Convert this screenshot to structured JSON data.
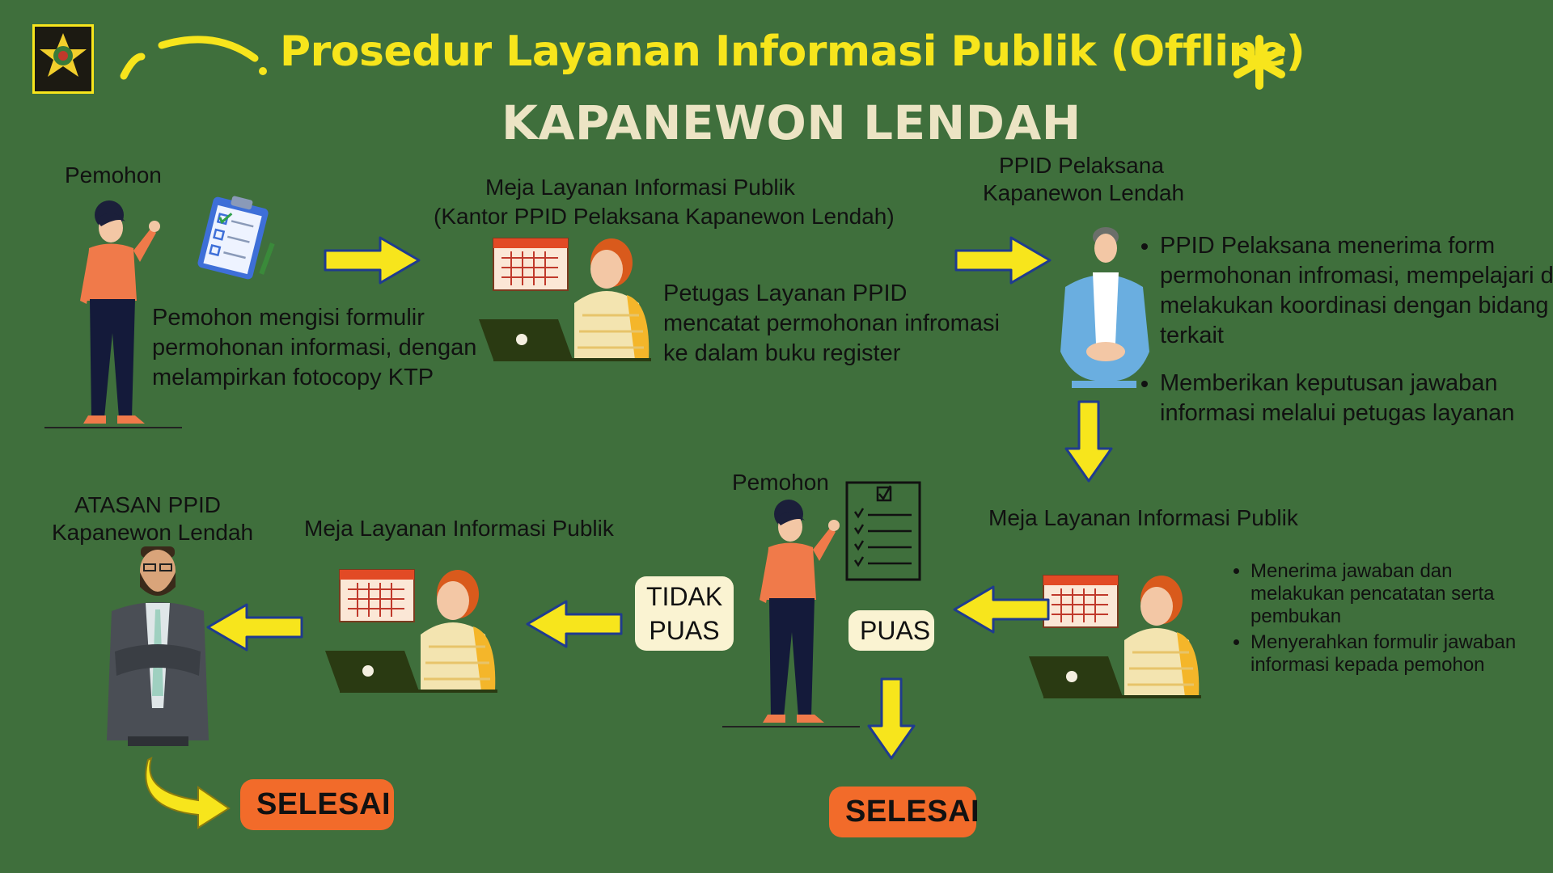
{
  "title": "Prosedur Layanan Informasi Publik (Offline)",
  "subtitle": "KAPANEWON LENDAH",
  "step1": {
    "label": "Pemohon",
    "desc": "Pemohon mengisi formulir permohonan informasi, dengan melampirkan fotocopy KTP"
  },
  "step2": {
    "label1": "Meja Layanan Informasi Publik",
    "label2": "(Kantor PPID Pelaksana Kapanewon Lendah)",
    "desc": "Petugas Layanan PPID mencatat permohonan infromasi ke dalam buku register"
  },
  "step3": {
    "label1": "PPID Pelaksana",
    "label2": "Kapanewon Lendah",
    "bullets": [
      "PPID Pelaksana menerima form permohonan infromasi, mempelajari dan melakukan koordinasi dengan bidang terkait",
      "Memberikan keputusan jawaban informasi melalui petugas layanan"
    ]
  },
  "step4": {
    "label": "Meja Layanan Informasi Publik",
    "bullets": [
      "Menerima jawaban dan melakukan pencatatan serta pembukan",
      "Menyerahkan formulir jawaban informasi kepada pemohon"
    ]
  },
  "step5": {
    "label": "Pemohon",
    "puas": "PUAS",
    "tidak_puas_1": "TIDAK",
    "tidak_puas_2": "PUAS"
  },
  "step6": {
    "label": "Meja Layanan Informasi Publik"
  },
  "step7": {
    "label1": "ATASAN PPID",
    "label2": "Kapanewon Lendah"
  },
  "end_left": "SELESAI",
  "end_right": "SELESAI",
  "colors": {
    "background": "#3f6f3c",
    "title": "#f7e51c",
    "subtitle": "#ece4c4",
    "arrow": "#f7e51c",
    "end_badge": "#f26b2a",
    "pill": "#faf3d2"
  },
  "icons": [
    "emblem-icon",
    "clipboard-icon",
    "checklist-icon",
    "calendar-icon",
    "laptop-icon",
    "sparkle-icon"
  ]
}
